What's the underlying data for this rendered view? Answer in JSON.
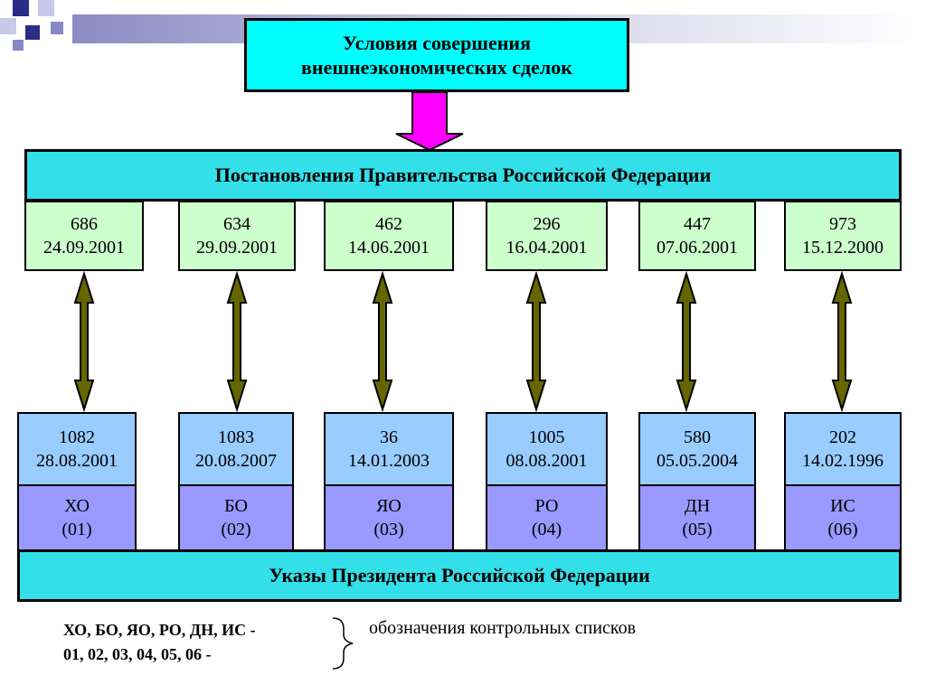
{
  "title": {
    "line1": "Условия совершения",
    "line2": "внешнеэкономических сделок"
  },
  "gov_header": "Постановления Правительства Российской Федерации",
  "pres_footer": "Указы Президента Российской Федерации",
  "columns": [
    {
      "gov_number": "686",
      "gov_date": "24.09.2001",
      "pres_number": "1082",
      "pres_date": "28.08.2001",
      "code": "ХО",
      "code_num": "(01)"
    },
    {
      "gov_number": "634",
      "gov_date": "29.09.2001",
      "pres_number": "1083",
      "pres_date": "20.08.2007",
      "code": "БО",
      "code_num": "(02)"
    },
    {
      "gov_number": "462",
      "gov_date": "14.06.2001",
      "pres_number": "36",
      "pres_date": "14.01.2003",
      "code": "ЯО",
      "code_num": "(03)"
    },
    {
      "gov_number": "296",
      "gov_date": "16.04.2001",
      "pres_number": "1005",
      "pres_date": "08.08.2001",
      "code": "РО",
      "code_num": "(04)"
    },
    {
      "gov_number": "447",
      "gov_date": "07.06.2001",
      "pres_number": "580",
      "pres_date": "05.05.2004",
      "code": "ДН",
      "code_num": "(05)"
    },
    {
      "gov_number": "973",
      "gov_date": "15.12.2000",
      "pres_number": "202",
      "pres_date": "14.02.1996",
      "code": "ИС",
      "code_num": "(06)"
    }
  ],
  "legend": {
    "codes_line": "ХО, БО, ЯО, РО, ДН, ИС -",
    "numbers_line": "01, 02, 03, 04, 05, 06 -",
    "description": "обозначения контрольных списков"
  },
  "colors": {
    "title_bg": "#00ffff",
    "header_bg": "#33dfe9",
    "gov_box_bg": "#ccffcc",
    "pres_box_bg": "#99ccff",
    "code_box_bg": "#9999ff",
    "down_arrow": "#ff00ff",
    "double_arrow": "#666600"
  }
}
